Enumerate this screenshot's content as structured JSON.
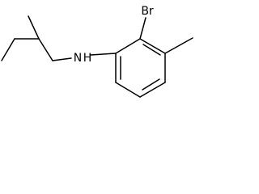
{
  "structure": {
    "atoms": {
      "bromine": "Br",
      "amine": "N",
      "amine_hydrogen": "H"
    },
    "bond_color": "#000000",
    "background_color": "#ffffff"
  }
}
